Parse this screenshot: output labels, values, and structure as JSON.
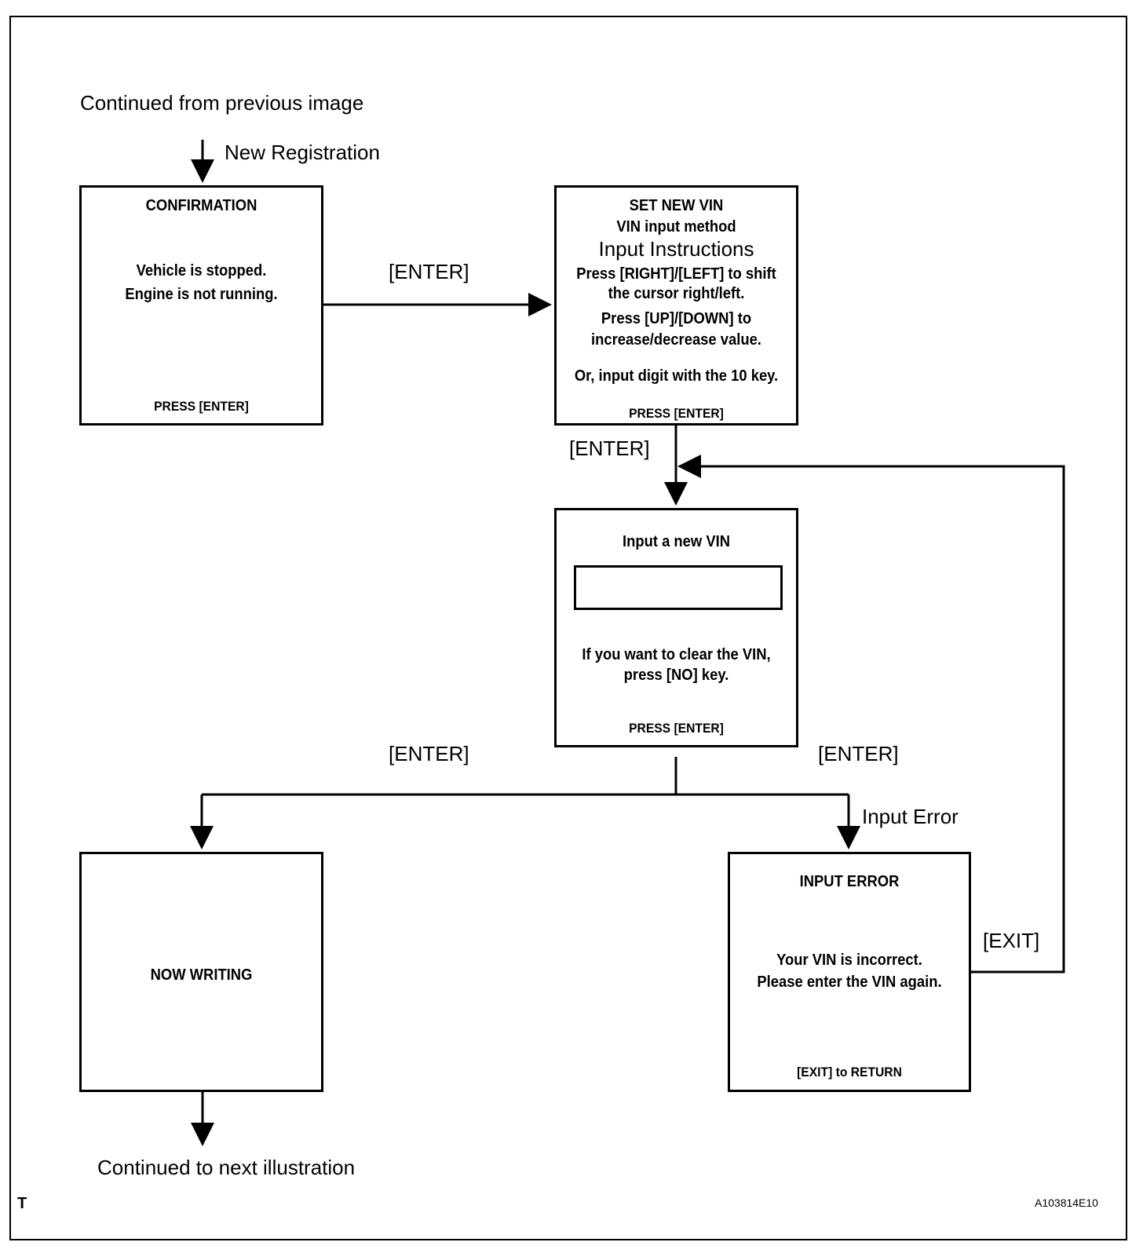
{
  "labels": {
    "continued_from": "Continued from previous image",
    "new_registration": "New Registration",
    "enter_1": "[ENTER]",
    "enter_2": "[ENTER]",
    "enter_3": "[ENTER]",
    "enter_4": "[ENTER]",
    "input_error": "Input Error",
    "exit": "[EXIT]",
    "continued_to": "Continued to next illustration",
    "corner_t": "T",
    "figure_id": "A103814E10"
  },
  "screens": {
    "confirmation": {
      "title": "CONFIRMATION",
      "line1": "Vehicle is stopped.",
      "line2": "Engine is not running.",
      "footer": "PRESS [ENTER]"
    },
    "set_new_vin": {
      "title": "SET NEW VIN",
      "subtitle": "VIN input method",
      "instructions_heading": "Input Instructions",
      "line1": "Press [RIGHT]/[LEFT] to shift",
      "line2": "the cursor right/left.",
      "line3": "Press [UP]/[DOWN]  to",
      "line4": "increase/decrease value.",
      "line5": "Or, input digit with the 10 key.",
      "footer": "PRESS [ENTER]"
    },
    "input_new_vin": {
      "title": "Input a new VIN",
      "vin_value": "",
      "line1": "If you want to clear the VIN,",
      "line2": "press [NO] key.",
      "footer": "PRESS [ENTER]"
    },
    "now_writing": {
      "title": "NOW WRITING"
    },
    "input_error": {
      "title": "INPUT  ERROR",
      "line1": "Your VIN is incorrect.",
      "line2": "Please enter the VIN again.",
      "footer": "[EXIT] to RETURN"
    }
  }
}
